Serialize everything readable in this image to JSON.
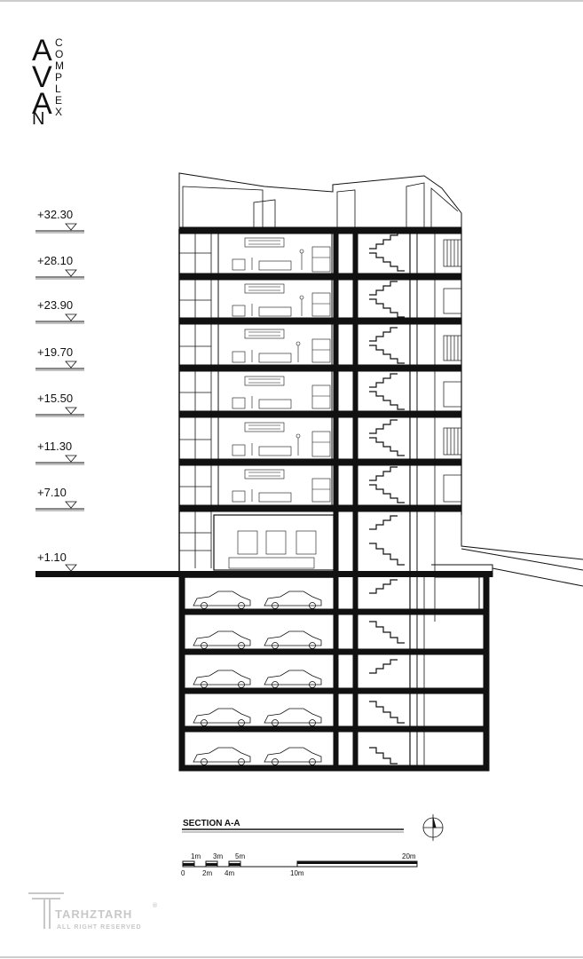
{
  "project": {
    "title_letters": [
      "A",
      "V",
      "A",
      "N"
    ],
    "subtitle_letters": [
      "C",
      "O",
      "M",
      "P",
      "L",
      "E",
      "X"
    ]
  },
  "levels": [
    "+32.30",
    "+28.10",
    "+23.90",
    "+19.70",
    "+15.50",
    "+11.30",
    "+7.10",
    "+1.10"
  ],
  "section": {
    "title": "SECTION A-A"
  },
  "scale_bar": {
    "top_labels": [
      "1m",
      "3m",
      "5m",
      "20m"
    ],
    "bottom_labels": [
      "0",
      "2m",
      "4m",
      "10m"
    ]
  },
  "watermark": {
    "brand": "TARHZTARH",
    "registered": "®",
    "tagline": "ALL RIGHT RESERVED"
  },
  "colors": {
    "line": "#111111",
    "background": "#ffffff",
    "watermark": "#c8c8c8"
  }
}
